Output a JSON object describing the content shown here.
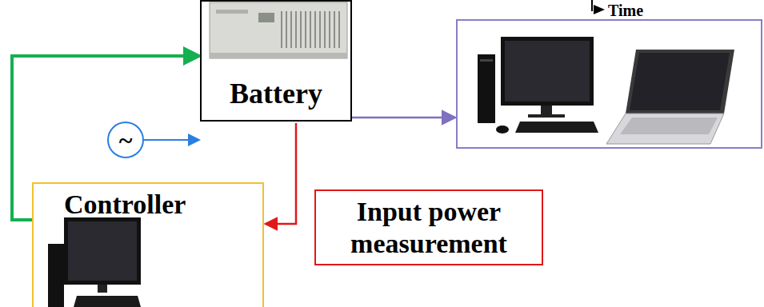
{
  "diagram": {
    "nodes": [
      {
        "text": [
          "Battery"
        ]
      },
      {
        "text": [
          "~"
        ]
      },
      {
        "text": [
          "Time"
        ]
      },
      {
        "text": [
          "Controller"
        ]
      },
      {
        "text": [
          "Input power measurement"
        ]
      }
    ],
    "edges": [
      {
        "from": 1,
        "to": 0,
        "arrow": "to"
      },
      {
        "from": 0,
        "to": 2,
        "arrow": "to"
      },
      {
        "from": 3,
        "to": 0,
        "arrow": "to"
      },
      {
        "from": 0,
        "to": 3,
        "arrow": "to"
      }
    ]
  }
}
